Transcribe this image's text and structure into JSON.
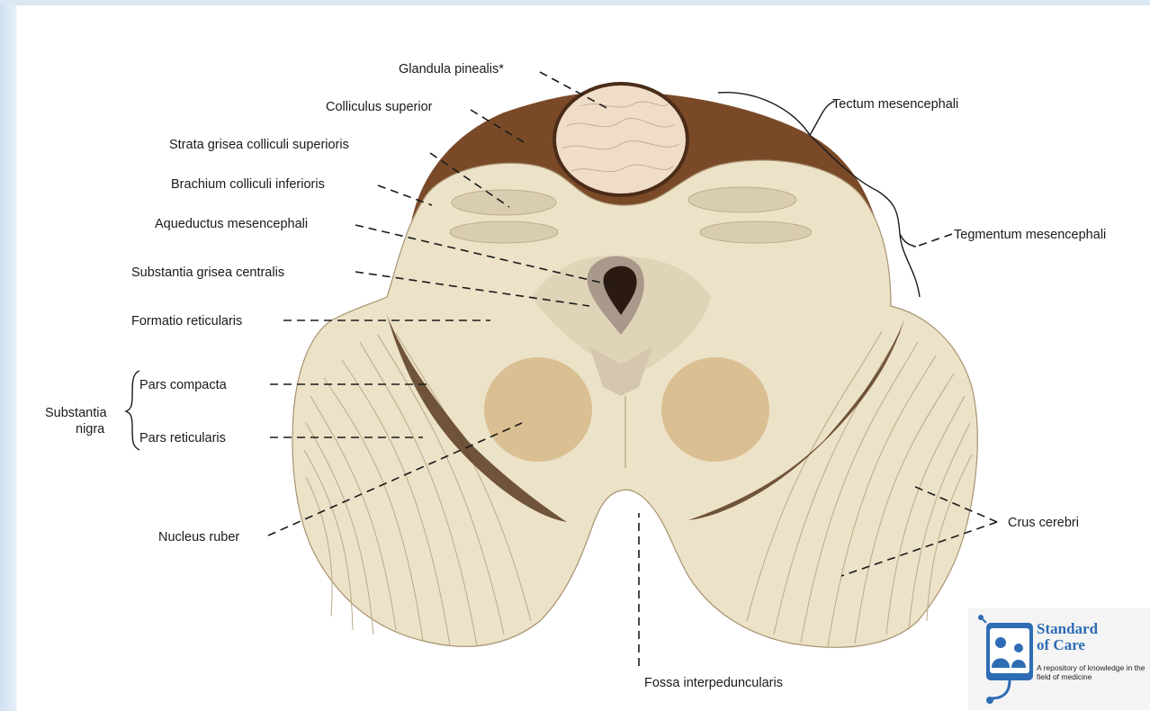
{
  "labels": {
    "glandula_pinealis": "Glandula pinealis*",
    "colliculus_superior": "Colliculus superior",
    "strata_grisea": "Strata grisea colliculi superioris",
    "brachium": "Brachium colliculi inferioris",
    "aqueductus": "Aqueductus mesencephali",
    "substantia_grisea": "Substantia grisea centralis",
    "formatio": "Formatio reticularis",
    "pars_compacta": "Pars compacta",
    "pars_reticularis": "Pars reticularis",
    "substantia_nigra_1": "Substantia",
    "substantia_nigra_2": "nigra",
    "nucleus_ruber": "Nucleus ruber",
    "tectum": "Tectum mesencephali",
    "tegmentum": "Tegmentum mesencephali",
    "crus": "Crus cerebri",
    "fossa": "Fossa interpeduncularis"
  },
  "logo": {
    "title": "Standard\nof Care",
    "subtitle": "A repository of knowledge in the field of medicine"
  },
  "colors": {
    "tissue": "#ece2c8",
    "tectum_dark": "#7a4a28",
    "crus_fibers": "#b9a98a",
    "nigra": "#5b3a22",
    "nucleus": "#d9bf92",
    "logo_blue": "#2e6db4"
  }
}
